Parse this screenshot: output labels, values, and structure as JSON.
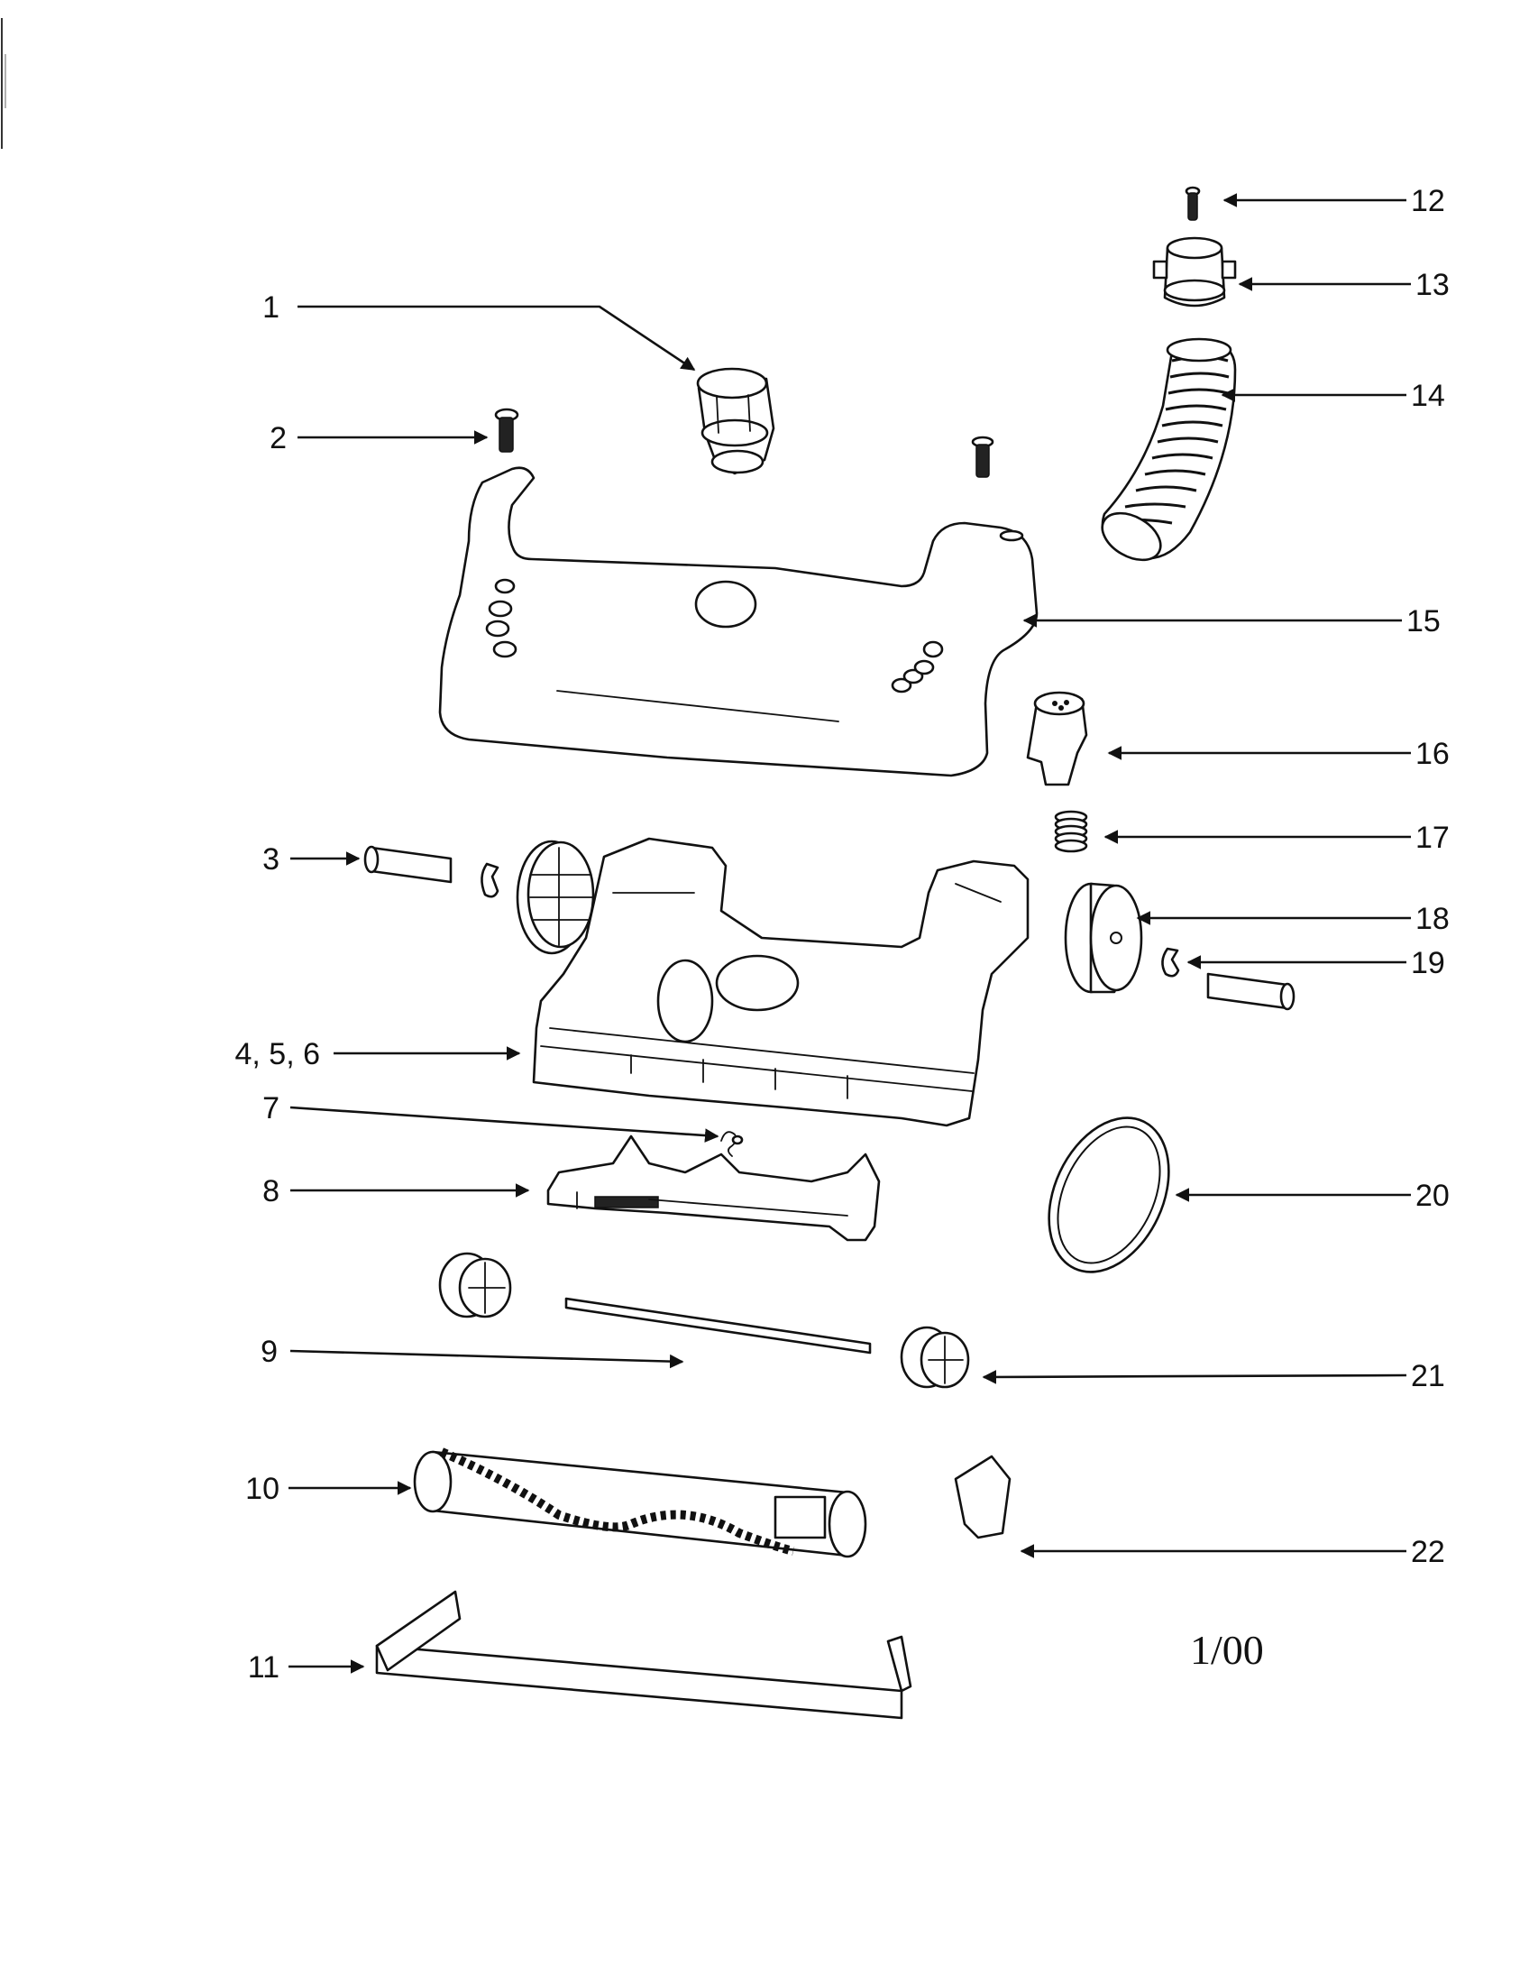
{
  "diagram": {
    "callouts": [
      {
        "id": "c1",
        "label": "1"
      },
      {
        "id": "c2",
        "label": "2"
      },
      {
        "id": "c3",
        "label": "3"
      },
      {
        "id": "c456",
        "label": "4, 5, 6"
      },
      {
        "id": "c7",
        "label": "7"
      },
      {
        "id": "c8",
        "label": "8"
      },
      {
        "id": "c9",
        "label": "9"
      },
      {
        "id": "c10",
        "label": "10"
      },
      {
        "id": "c11",
        "label": "11"
      },
      {
        "id": "c12",
        "label": "12"
      },
      {
        "id": "c13",
        "label": "13"
      },
      {
        "id": "c14",
        "label": "14"
      },
      {
        "id": "c15",
        "label": "15"
      },
      {
        "id": "c16",
        "label": "16"
      },
      {
        "id": "c17",
        "label": "17"
      },
      {
        "id": "c18",
        "label": "18"
      },
      {
        "id": "c19",
        "label": "19"
      },
      {
        "id": "c20",
        "label": "20"
      },
      {
        "id": "c21",
        "label": "21"
      },
      {
        "id": "c22",
        "label": "22"
      }
    ],
    "date_code": "1/00"
  }
}
